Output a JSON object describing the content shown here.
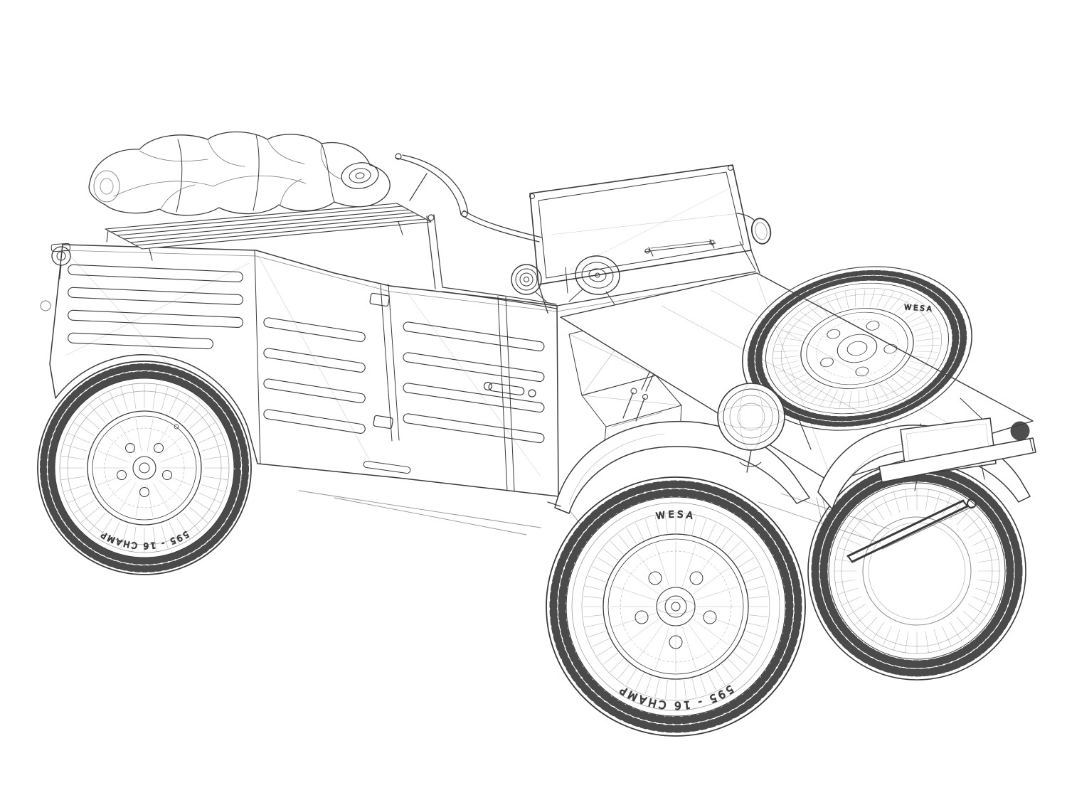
{
  "palette": {
    "background": "#ffffff",
    "line": "#3b3b3b",
    "faint_line": "#6b6b6b",
    "text": "#4a4a4a"
  },
  "markings": {
    "front_wheel_brand": "WESA",
    "front_wheel_size": "595 - 16 CHAMP",
    "rear_wheel_size": "595 - 16 CHAMP",
    "spare_wheel_brand": "WESA"
  }
}
